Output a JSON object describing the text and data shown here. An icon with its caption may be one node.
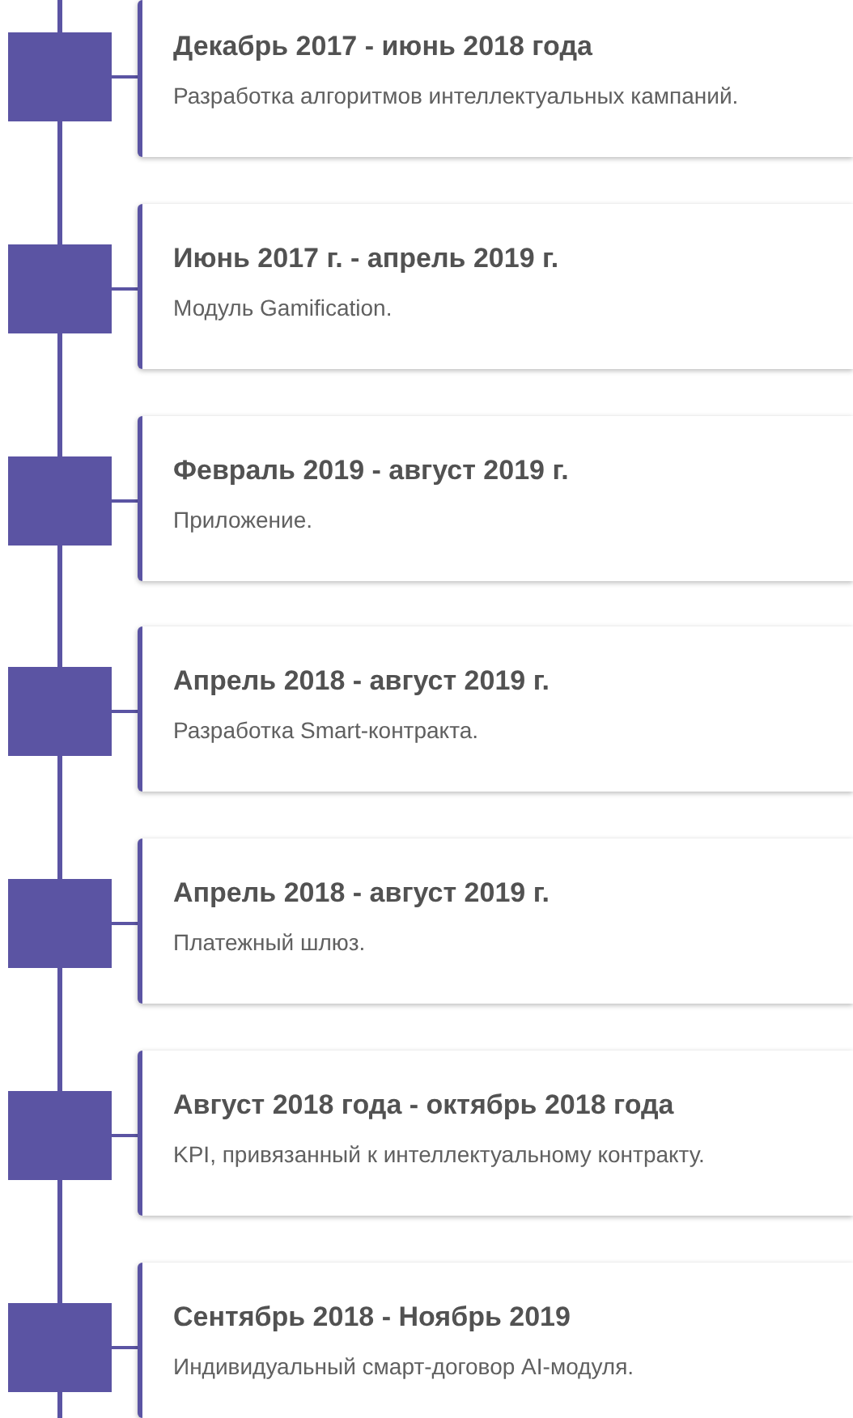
{
  "diagram": {
    "nodes": [
      {
        "text": [],
        "shape": "box"
      },
      {
        "text": [
          "Декабрь 2017 - июнь 2018 года",
          "Разработка алгоритмов интеллектуальных кампаний."
        ]
      },
      {
        "text": [],
        "shape": "box"
      },
      {
        "text": [
          "Июнь 2017 г. - апрель 2019 г.",
          "Модуль Gamification."
        ]
      },
      {
        "text": [],
        "shape": "box"
      },
      {
        "text": [
          "Февраль 2019 - август 2019 г.",
          "Приложение."
        ]
      },
      {
        "text": [],
        "shape": "box"
      },
      {
        "text": [
          "Апрель 2018 - август 2019 г.",
          "Разработка Smart-контракта."
        ]
      },
      {
        "text": [],
        "shape": "box"
      },
      {
        "text": [
          "Апрель 2018 - август 2019 г.",
          "Платежный шлюз."
        ]
      },
      {
        "text": [],
        "shape": "box"
      },
      {
        "text": [
          "Август 2018 года - октябрь 2018 года",
          "KPI, привязанный к интеллектуальному контракту."
        ]
      },
      {
        "text": [],
        "shape": "box"
      },
      {
        "text": [
          "Сентябрь 2018 - Ноябрь 2019",
          "Индивидуальный смарт-договор AI-модуля."
        ]
      }
    ],
    "edges": [
      {
        "from": null,
        "to": 0,
        "arrow": "none"
      },
      {
        "from": 0,
        "to": 1,
        "arrow": "none"
      },
      {
        "from": 0,
        "to": 2,
        "arrow": "none"
      },
      {
        "from": 2,
        "to": 3,
        "arrow": "none"
      },
      {
        "from": 2,
        "to": 4,
        "arrow": "none"
      },
      {
        "from": 4,
        "to": 5,
        "arrow": "none"
      },
      {
        "from": 4,
        "to": 6,
        "arrow": "none"
      },
      {
        "from": 6,
        "to": 7,
        "arrow": "none"
      },
      {
        "from": 6,
        "to": 8,
        "arrow": "none"
      },
      {
        "from": 8,
        "to": 9,
        "arrow": "none"
      },
      {
        "from": 8,
        "to": 10,
        "arrow": "none"
      },
      {
        "from": 10,
        "to": 11,
        "arrow": "none"
      },
      {
        "from": 10,
        "to": 12,
        "arrow": "none"
      },
      {
        "from": 12,
        "to": 13,
        "arrow": "none"
      },
      {
        "from": 12,
        "to": null,
        "arrow": "none"
      }
    ]
  }
}
